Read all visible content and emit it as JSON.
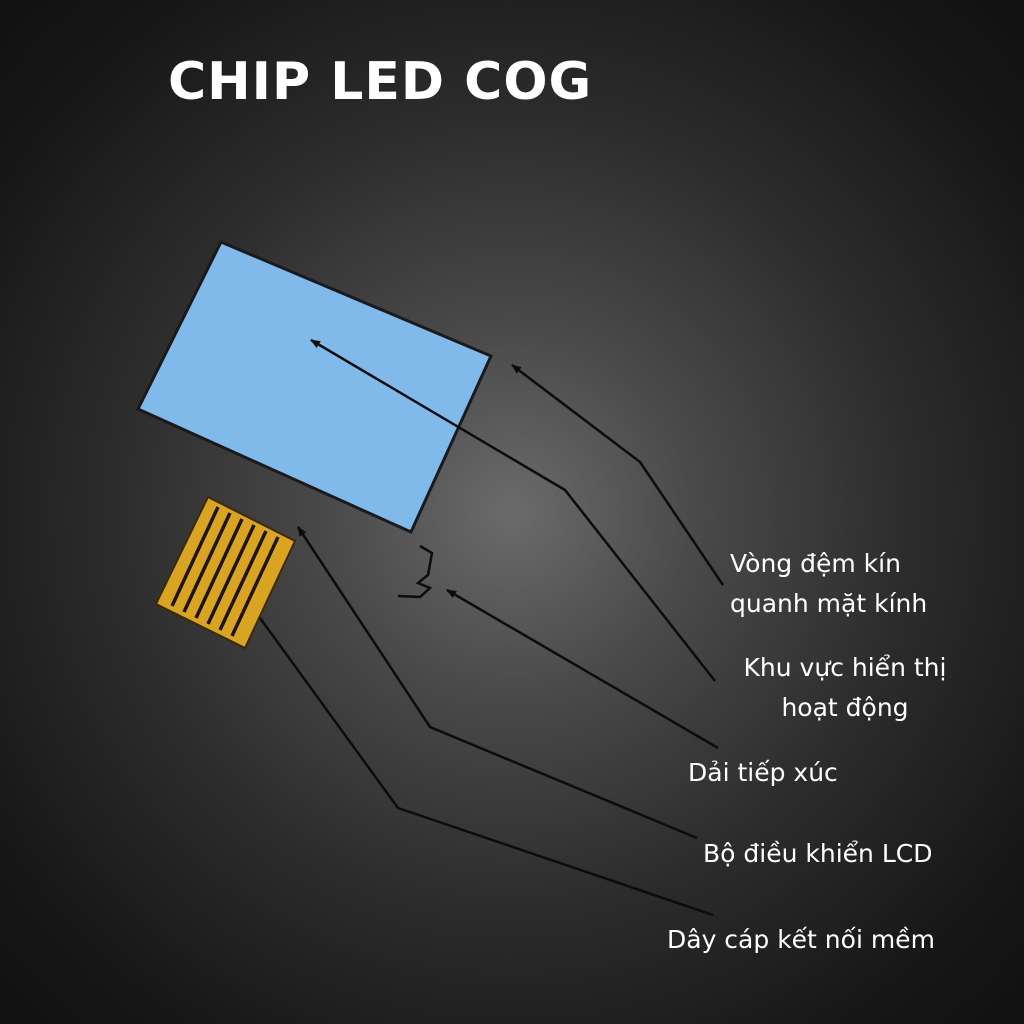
{
  "title": "CHIP LED COG",
  "colors": {
    "display_glass": "#7fbaea",
    "glass_outline": "#1a1a1a",
    "flex_cable": "#d9a520",
    "flex_stripes": "#1c1408",
    "leader_lines": "#0c0c0c",
    "text": "#ffffff"
  },
  "labels": {
    "seal_ring": [
      "Vòng đệm kín",
      "quanh mặt kính"
    ],
    "active_area": [
      "Khu vực hiển thị",
      "hoạt động"
    ],
    "contact_strip": "Dải tiếp xúc",
    "lcd_driver": "Bộ điều khiển LCD",
    "flex_cable": "Dây cáp kết nối mềm"
  }
}
